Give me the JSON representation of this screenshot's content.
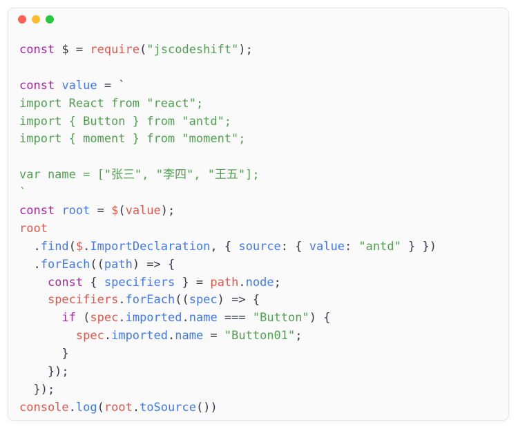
{
  "window": {
    "controls": {
      "close_color": "#ff5f56",
      "minimize_color": "#ffbd2e",
      "maximize_color": "#27c93f"
    }
  },
  "code_lines": [
    [
      {
        "t": "const",
        "c": "kw"
      },
      {
        "t": " $ = ",
        "c": "punct"
      },
      {
        "t": "require",
        "c": "var"
      },
      {
        "t": "(",
        "c": "punct"
      },
      {
        "t": "\"jscodeshift\"",
        "c": "str"
      },
      {
        "t": ");",
        "c": "punct"
      }
    ],
    [],
    [
      {
        "t": "const",
        "c": "kw"
      },
      {
        "t": " ",
        "c": "punct"
      },
      {
        "t": "value",
        "c": "ident"
      },
      {
        "t": " = `",
        "c": "punct"
      }
    ],
    [
      {
        "t": "import React from \"react\";",
        "c": "str"
      }
    ],
    [
      {
        "t": "import { Button } from \"antd\";",
        "c": "str"
      }
    ],
    [
      {
        "t": "import { moment } from \"moment\";",
        "c": "str"
      }
    ],
    [],
    [
      {
        "t": "var name = [\"张三\", \"李四\", \"王五\"];",
        "c": "str"
      }
    ],
    [
      {
        "t": "`",
        "c": "str"
      }
    ],
    [
      {
        "t": "const",
        "c": "kw"
      },
      {
        "t": " ",
        "c": "punct"
      },
      {
        "t": "root",
        "c": "ident"
      },
      {
        "t": " = ",
        "c": "punct"
      },
      {
        "t": "$",
        "c": "var"
      },
      {
        "t": "(",
        "c": "punct"
      },
      {
        "t": "value",
        "c": "var"
      },
      {
        "t": ");",
        "c": "punct"
      }
    ],
    [
      {
        "t": "root",
        "c": "var"
      }
    ],
    [
      {
        "t": "  .",
        "c": "punct"
      },
      {
        "t": "find",
        "c": "ident"
      },
      {
        "t": "(",
        "c": "punct"
      },
      {
        "t": "$",
        "c": "var"
      },
      {
        "t": ".",
        "c": "punct"
      },
      {
        "t": "ImportDeclaration",
        "c": "ident"
      },
      {
        "t": ", { ",
        "c": "punct"
      },
      {
        "t": "source",
        "c": "ident"
      },
      {
        "t": ": { ",
        "c": "punct"
      },
      {
        "t": "value",
        "c": "ident"
      },
      {
        "t": ": ",
        "c": "punct"
      },
      {
        "t": "\"antd\"",
        "c": "str"
      },
      {
        "t": " } })",
        "c": "punct"
      }
    ],
    [
      {
        "t": "  .",
        "c": "punct"
      },
      {
        "t": "forEach",
        "c": "ident"
      },
      {
        "t": "((",
        "c": "punct"
      },
      {
        "t": "path",
        "c": "ident"
      },
      {
        "t": ") => {",
        "c": "punct"
      }
    ],
    [
      {
        "t": "    ",
        "c": "punct"
      },
      {
        "t": "const",
        "c": "kw"
      },
      {
        "t": " { ",
        "c": "punct"
      },
      {
        "t": "specifiers",
        "c": "ident"
      },
      {
        "t": " } = ",
        "c": "punct"
      },
      {
        "t": "path",
        "c": "var"
      },
      {
        "t": ".",
        "c": "punct"
      },
      {
        "t": "node",
        "c": "ident"
      },
      {
        "t": ";",
        "c": "punct"
      }
    ],
    [
      {
        "t": "    ",
        "c": "punct"
      },
      {
        "t": "specifiers",
        "c": "var"
      },
      {
        "t": ".",
        "c": "punct"
      },
      {
        "t": "forEach",
        "c": "ident"
      },
      {
        "t": "((",
        "c": "punct"
      },
      {
        "t": "spec",
        "c": "ident"
      },
      {
        "t": ") => {",
        "c": "punct"
      }
    ],
    [
      {
        "t": "      ",
        "c": "punct"
      },
      {
        "t": "if",
        "c": "kw"
      },
      {
        "t": " (",
        "c": "punct"
      },
      {
        "t": "spec",
        "c": "var"
      },
      {
        "t": ".",
        "c": "punct"
      },
      {
        "t": "imported",
        "c": "ident"
      },
      {
        "t": ".",
        "c": "punct"
      },
      {
        "t": "name",
        "c": "ident"
      },
      {
        "t": " === ",
        "c": "punct"
      },
      {
        "t": "\"Button\"",
        "c": "str"
      },
      {
        "t": ") {",
        "c": "punct"
      }
    ],
    [
      {
        "t": "        ",
        "c": "punct"
      },
      {
        "t": "spec",
        "c": "var"
      },
      {
        "t": ".",
        "c": "punct"
      },
      {
        "t": "imported",
        "c": "ident"
      },
      {
        "t": ".",
        "c": "punct"
      },
      {
        "t": "name",
        "c": "ident"
      },
      {
        "t": " = ",
        "c": "punct"
      },
      {
        "t": "\"Button01\"",
        "c": "str"
      },
      {
        "t": ";",
        "c": "punct"
      }
    ],
    [
      {
        "t": "      }",
        "c": "punct"
      }
    ],
    [
      {
        "t": "    });",
        "c": "punct"
      }
    ],
    [
      {
        "t": "  });",
        "c": "punct"
      }
    ],
    [
      {
        "t": "console",
        "c": "var"
      },
      {
        "t": ".",
        "c": "punct"
      },
      {
        "t": "log",
        "c": "ident"
      },
      {
        "t": "(",
        "c": "punct"
      },
      {
        "t": "root",
        "c": "var"
      },
      {
        "t": ".",
        "c": "punct"
      },
      {
        "t": "toSource",
        "c": "ident"
      },
      {
        "t": "())",
        "c": "punct"
      }
    ]
  ]
}
